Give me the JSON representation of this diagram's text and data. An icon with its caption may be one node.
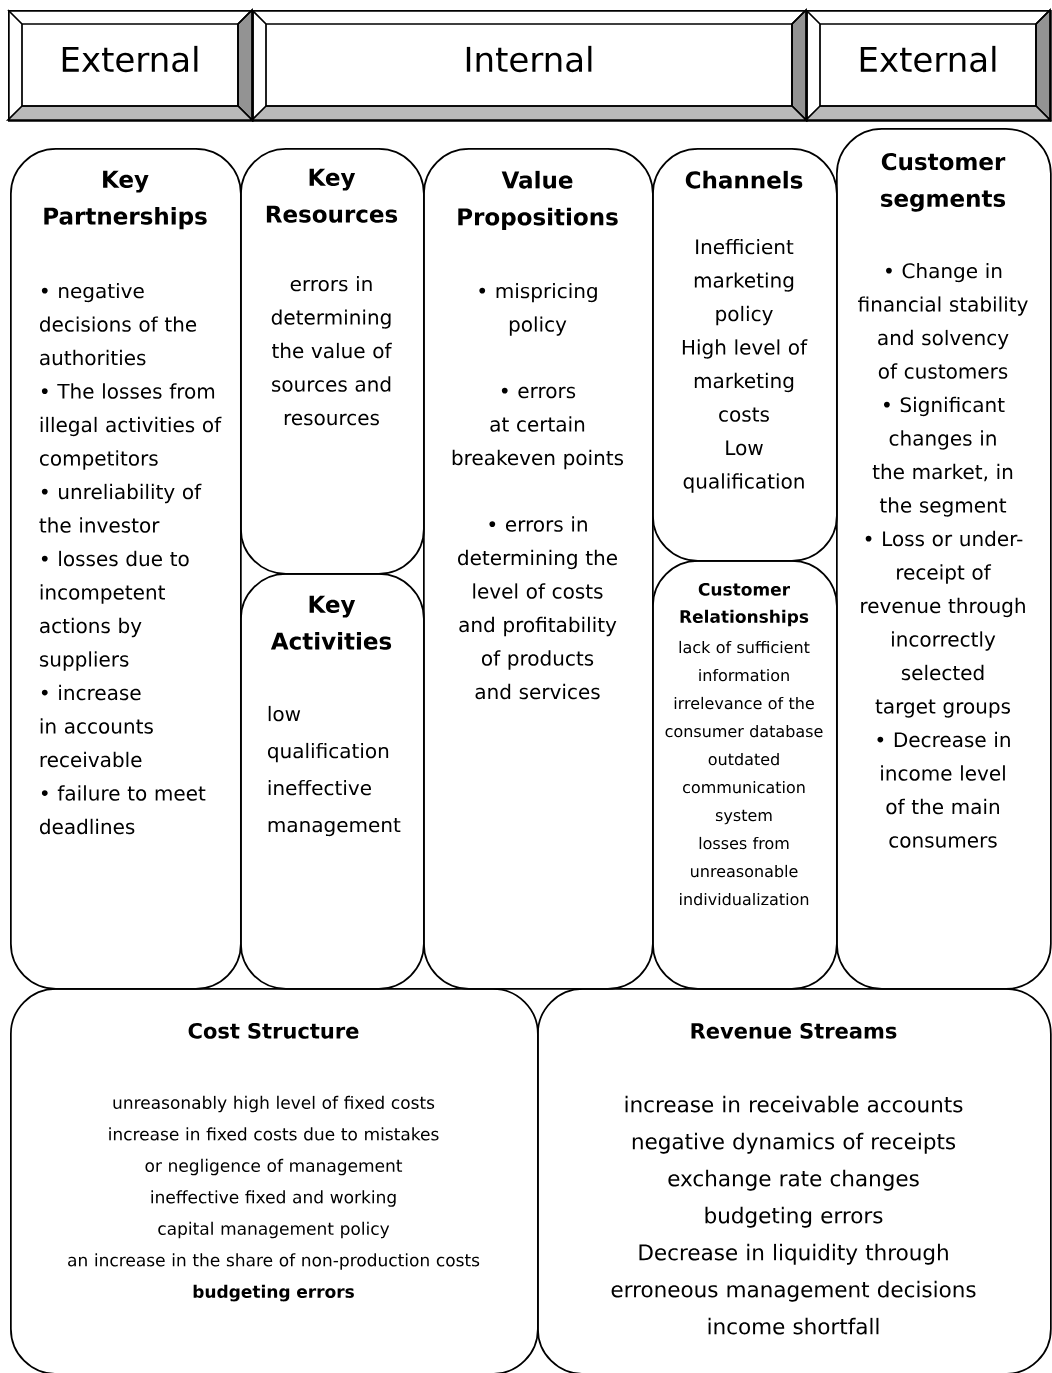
{
  "diagram": {
    "nodes": [
      {
        "text": [
          "External"
        ]
      },
      {
        "text": [
          "Internal"
        ]
      },
      {
        "text": [
          "External"
        ]
      },
      {
        "text": [
          "Key Partnerships",
          "• negative decisions of the authorities",
          "• The losses from illegal activities of competitors",
          "• unreliability of the investor",
          "• losses due to incompetent actions by suppliers",
          "• increase in accounts receivable",
          "• failure to meet deadlines"
        ]
      },
      {
        "text": [
          "Key Resources",
          "errors in determining the value of sources and resources"
        ]
      },
      {
        "text": [
          "Key Activities",
          "low qualification",
          "ineffective management"
        ]
      },
      {
        "text": [
          "Value Propositions",
          "• mispricing policy",
          "• errors at certain breakeven points",
          "• errors in determining the level of costs and profitability of products and services"
        ]
      },
      {
        "text": [
          "Channels",
          "Inefficient marketing policy",
          "High level of marketing costs",
          "Low qualification"
        ]
      },
      {
        "text": [
          "Customer Relationships",
          "lack of sufficient information",
          "irrelevance of the consumer database",
          "outdated communication system",
          "losses from unreasonable individualization"
        ]
      },
      {
        "text": [
          "Customer segments",
          "• Change in financial stability and solvency of customers",
          "• Significant changes in the market, in the segment",
          "• Loss or under-receipt of revenue through incorrectly selected target groups",
          "• Decrease in income level of the main consumers"
        ]
      },
      {
        "text": [
          "Cost Structure",
          "unreasonably high level of fixed costs",
          "increase in fixed costs due to mistakes or negligence of management",
          "ineffective fixed and working capital management policy",
          "an increase in the share of non-production costs",
          "budgeting errors"
        ]
      },
      {
        "text": [
          "Revenue Streams",
          "increase in receivable accounts",
          "negative dynamics of receipts",
          "exchange rate changes",
          "budgeting errors",
          "Decrease in liquidity through erroneous management decisions",
          "income shortfall"
        ]
      }
    ]
  }
}
